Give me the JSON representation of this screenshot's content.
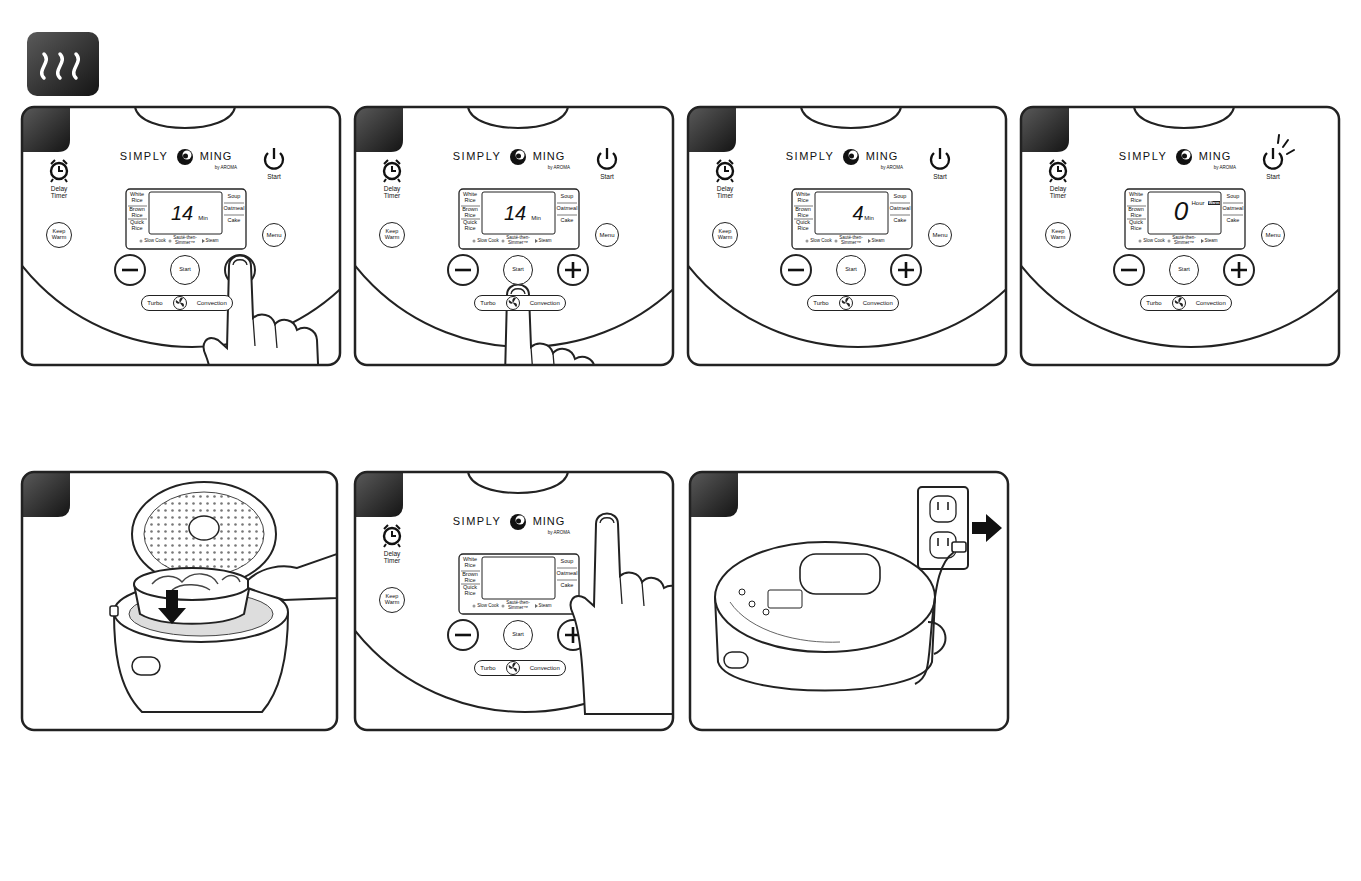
{
  "diagram": {
    "nodes": [
      {
        "text": [
          "Keep Warm"
        ]
      },
      {
        "text": [
          "Menu"
        ]
      },
      {
        "text": [
          "Start"
        ]
      },
      {
        "text": [
          "Turbo",
          "Convection"
        ]
      },
      {
        "text": [
          "Keep Warm"
        ]
      },
      {
        "text": [
          "Menu"
        ]
      },
      {
        "text": [
          "Start"
        ]
      },
      {
        "text": [
          "Turbo",
          "Convection"
        ]
      },
      {
        "text": [
          "Keep Warm"
        ]
      },
      {
        "text": [
          "Menu"
        ]
      },
      {
        "text": [
          "Start"
        ]
      },
      {
        "text": [
          "Turbo",
          "Convection"
        ]
      },
      {
        "text": [
          "Keep Warm"
        ]
      },
      {
        "text": [
          "Menu"
        ]
      },
      {
        "text": [
          "Start"
        ]
      },
      {
        "text": [
          "Turbo",
          "Convection"
        ]
      },
      {
        "text": [
          "Keep Warm"
        ]
      },
      {
        "text": [
          "Start"
        ]
      },
      {
        "text": [
          "Turbo",
          "Convection"
        ]
      }
    ],
    "labels": [
      "SIMPLY",
      "MING",
      "by AROMA",
      "Delay Timer",
      "Start",
      "White Rice",
      "Brown Rice",
      "Quick Rice",
      "14",
      "Min",
      "Soup",
      "Oatmeal",
      "Cake",
      "Slow Cook",
      "Sauté-then-Simmer™",
      "Steam",
      "SIMPLY",
      "MING",
      "by AROMA",
      "Delay Timer",
      "Start",
      "White Rice",
      "Brown Rice",
      "Quick Rice",
      "14",
      "Min",
      "Soup",
      "Oatmeal",
      "Cake",
      "Slow Cook",
      "Sauté-then-Simmer™",
      "Steam",
      "SIMPLY",
      "MING",
      "by AROMA",
      "Delay Timer",
      "Start",
      "White Rice",
      "Brown Rice",
      "Quick Rice",
      "4",
      "Min",
      "Soup",
      "Oatmeal",
      "Cake",
      "Slow Cook",
      "Sauté-then-Simmer™",
      "Steam",
      "SIMPLY",
      "MING",
      "by AROMA",
      "Delay Timer",
      "Start",
      "White Rice",
      "Brown Rice",
      "Quick Rice",
      "0",
      "Hour",
      "Warm",
      "Soup",
      "Oatmeal",
      "Cake",
      "Slow Cook",
      "Sauté-then-Simmer™",
      "Steam",
      "SIMPLY",
      "MING",
      "by AROMA",
      "Delay Timer",
      "White Rice",
      "Brown Rice",
      "Quick Rice",
      "Soup",
      "Oatmeal",
      "Cake",
      "Slow Cook",
      "Sauté-then-Simmer™",
      "Steam"
    ]
  }
}
